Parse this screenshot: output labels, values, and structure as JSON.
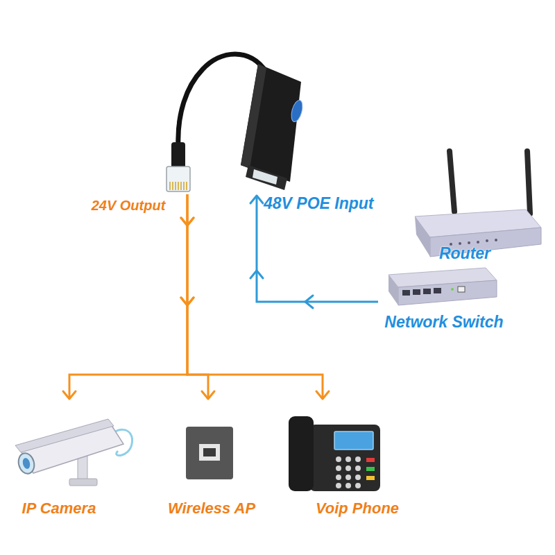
{
  "diagram": {
    "nodes": [
      {
        "text": [
          "24V Output"
        ]
      },
      {
        "text": [
          "Router"
        ]
      },
      {
        "text": [
          "Network Switch"
        ]
      },
      {
        "text": [
          "IP Camera"
        ]
      },
      {
        "text": [
          "Wireless AP"
        ]
      },
      {
        "text": [
          "Voip Phone"
        ]
      }
    ],
    "edges": [
      {
        "from": 2,
        "to": 0,
        "arrow": "to",
        "label": "48V POE Input"
      },
      {
        "from": 0,
        "to": 3,
        "arrow": "to"
      },
      {
        "from": 0,
        "to": 4,
        "arrow": "to"
      },
      {
        "from": 0,
        "to": 5,
        "arrow": "to"
      }
    ]
  }
}
